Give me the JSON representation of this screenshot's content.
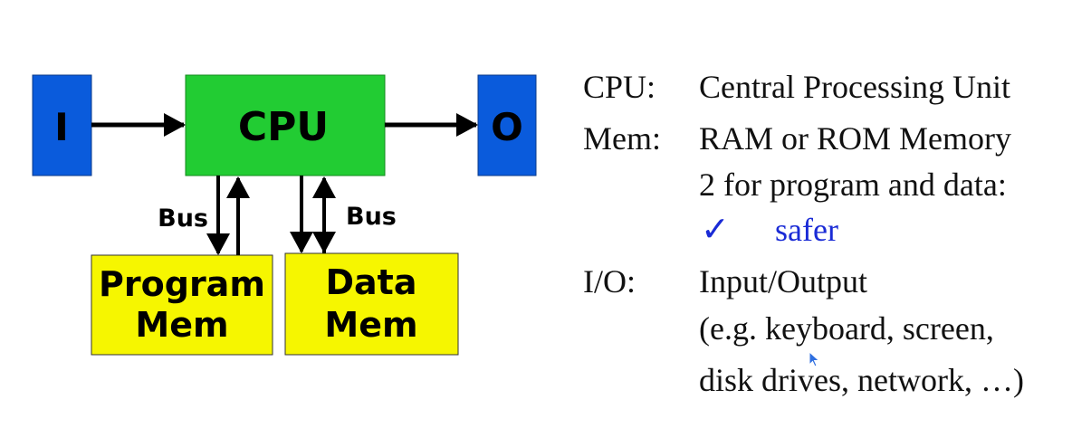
{
  "diagram": {
    "input_label": "I",
    "cpu_label": "CPU",
    "output_label": "O",
    "program_mem_line1": "Program",
    "program_mem_line2": "Mem",
    "data_mem_line1": "Data",
    "data_mem_line2": "Mem",
    "bus_left_label": "Bus",
    "bus_right_label": "Bus",
    "colors": {
      "io_box": "#0a5bdc",
      "cpu_box": "#22cc33",
      "mem_box": "#f6f600",
      "arrow": "#000000"
    }
  },
  "legend": {
    "cpu_term": "CPU:",
    "cpu_desc": "Central Processing Unit",
    "mem_term": "Mem:",
    "mem_desc": "RAM or ROM Memory",
    "mem_desc2": "2 for program and data:",
    "check_icon": "✓",
    "mem_note": "safer",
    "io_term": "I/O:",
    "io_desc": "Input/Output",
    "io_desc2": "(e.g. keyboard, screen,",
    "io_desc3": "disk drives, network, …)",
    "note_color": "#1a2bd6"
  },
  "cursor": {
    "icon": "pointer-cursor-icon"
  }
}
